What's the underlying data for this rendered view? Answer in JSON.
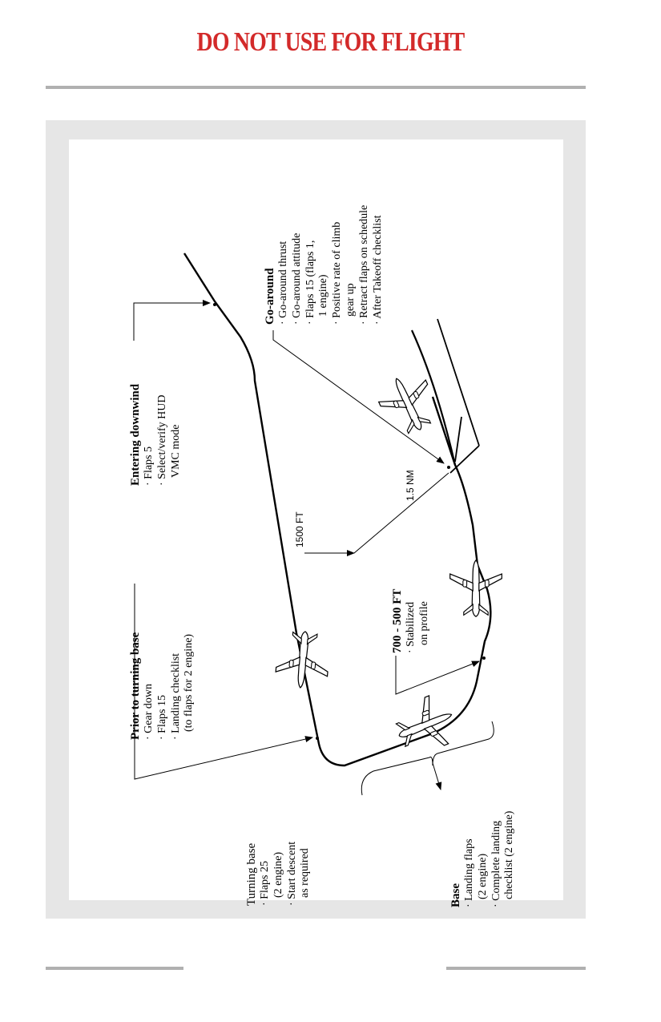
{
  "warning": "DO NOT USE FOR FLIGHT",
  "colors": {
    "warning": "#d32a2a",
    "panel": "#e6e6e6",
    "rule": "#b0b0b0"
  },
  "labels": {
    "turning_base": {
      "title": "Turning base",
      "items": [
        "· Flaps 25",
        "  (2 engine)",
        "· Start descent",
        "  as required"
      ]
    },
    "base": {
      "title": "Base",
      "items": [
        "· Landing flaps",
        "  (2 engine)",
        "· Complete landing",
        "  checklist (2 engine)"
      ]
    },
    "prior_turning_base": {
      "title": "Prior to turning base",
      "items": [
        "· Gear down",
        "· Flaps 15",
        "· Landing checklist",
        "  (to flaps for 2 engine)"
      ]
    },
    "stabilized": {
      "title": "700 - 500 FT",
      "items": [
        "· Stabilized",
        "  on profile"
      ]
    },
    "entering_downwind": {
      "title": "Entering downwind",
      "items": [
        "· Flaps 5",
        "· Select/verify HUD",
        "  VMC mode"
      ]
    },
    "go_around": {
      "title": "Go-around",
      "items": [
        "· Go-around thrust",
        "· Go-around attitude",
        "· Flaps 15 (flaps 1,",
        "  1 engine)",
        "· Positive rate of climb",
        "  gear up",
        "· Retract flaps on schedule",
        "· After Takeoff checklist"
      ]
    },
    "alt": "1500 FT",
    "dist": "1.5 NM"
  },
  "icons": [
    "airplane-icon",
    "airplane-icon",
    "airplane-icon",
    "airplane-icon"
  ]
}
